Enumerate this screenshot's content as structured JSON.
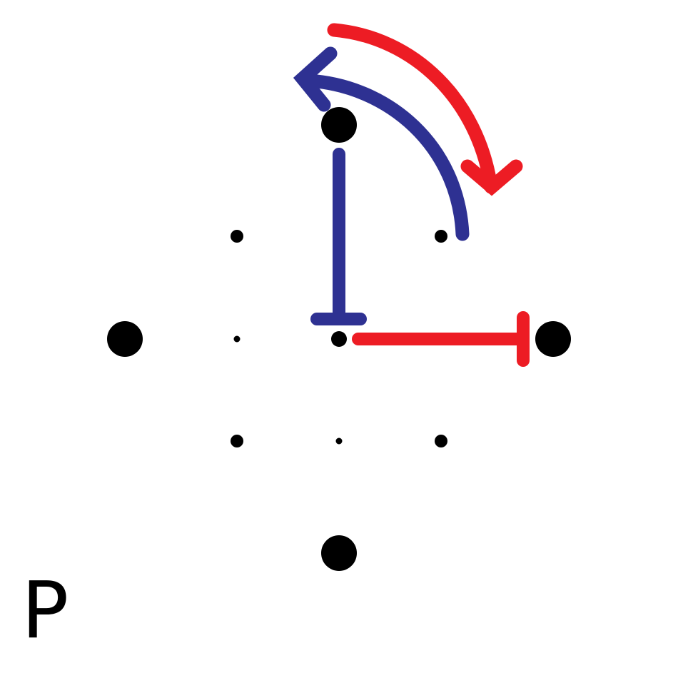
{
  "diagram": {
    "corner_label": "P",
    "colors": {
      "dot": "#000000",
      "blue": "#2E3192",
      "red": "#ED1C24",
      "background": "#FFFFFF"
    },
    "arrows": [
      {
        "name": "blue-arrow",
        "color_key": "blue",
        "direction": "counterclockwise"
      },
      {
        "name": "red-arrow",
        "color_key": "red",
        "direction": "clockwise"
      }
    ]
  }
}
